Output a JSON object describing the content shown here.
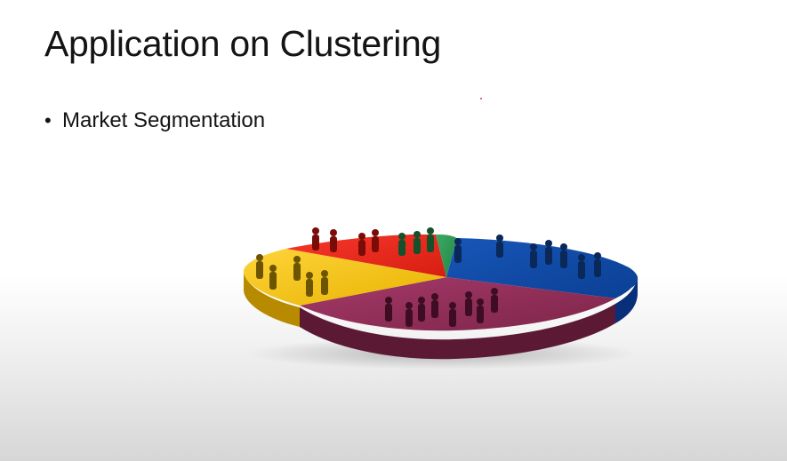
{
  "slide": {
    "title": "Application on Clustering",
    "bullets": [
      {
        "text": "Market Segmentation"
      }
    ]
  },
  "figure": {
    "kind": "3d-pie-illustration",
    "segment_colors": {
      "blue": "#0c4aa4",
      "purple": "#8e2f56",
      "yellow": "#f3c200",
      "red": "#e8261c",
      "green": "#2f9e56"
    },
    "people_silhouettes": true
  }
}
